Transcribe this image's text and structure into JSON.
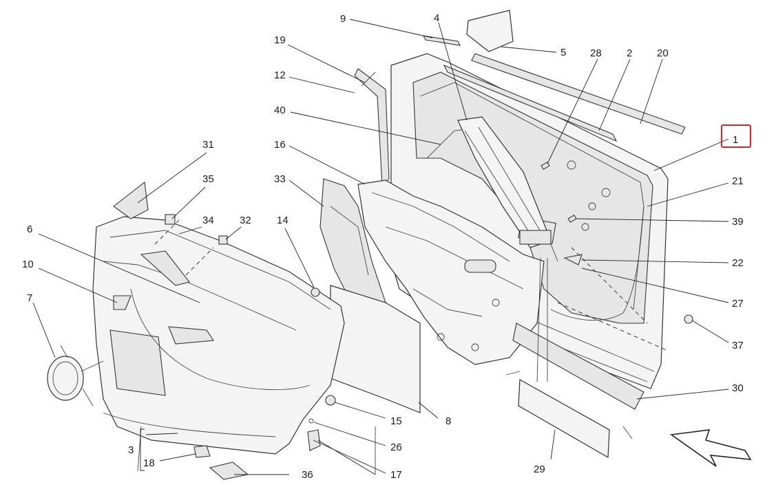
{
  "callouts": {
    "c1": "1",
    "c2": "2",
    "c3": "3",
    "c4": "4",
    "c5": "5",
    "c6": "6",
    "c7": "7",
    "c8": "8",
    "c9": "9",
    "c10": "10",
    "c12": "12",
    "c14": "14",
    "c15": "15",
    "c16": "16",
    "c17": "17",
    "c18": "18",
    "c19": "19",
    "c20": "20",
    "c21": "21",
    "c22": "22",
    "c26": "26",
    "c27": "27",
    "c28": "28",
    "c29": "29",
    "c30": "30",
    "c31": "31",
    "c32": "32",
    "c33": "33",
    "c34": "34",
    "c35": "35",
    "c36": "36",
    "c37": "37",
    "c39": "39",
    "c40": "40"
  },
  "highlight": {
    "callout": "1",
    "color": "#e02020"
  },
  "icons": {
    "direction_arrow": "forward-direction-arrow-icon"
  }
}
